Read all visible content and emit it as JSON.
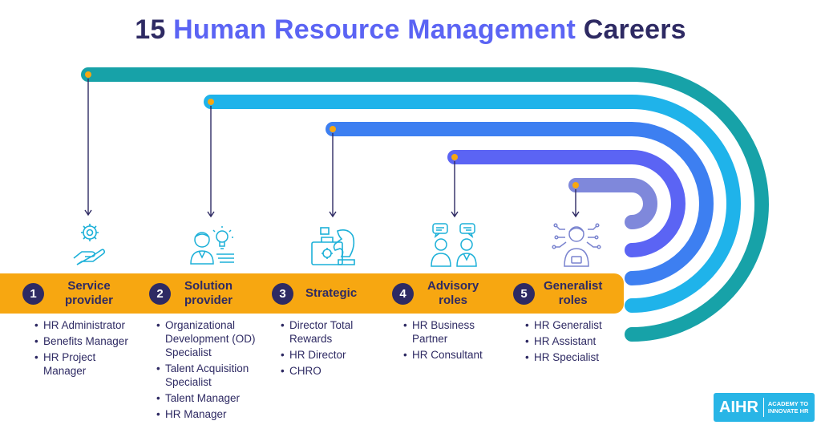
{
  "title": {
    "prefix": "15",
    "accent": "Human Resource Management",
    "suffix": "Careers"
  },
  "colors": {
    "navy": "#2e2a63",
    "band": "#f7a711",
    "arc_teal": "#17a2a8",
    "arc_sky": "#1fb3ea",
    "arc_blue": "#3d7ff1",
    "arc_indigo": "#5b64f4",
    "arc_lavender": "#7f88db",
    "dot": "#f7a711"
  },
  "categories": [
    {
      "number": "1",
      "label_line1": "Service",
      "label_line2": "provider",
      "icon": "gear-hand-icon",
      "roles": [
        "HR Administrator",
        "Benefits Manager",
        "HR Project Manager"
      ]
    },
    {
      "number": "2",
      "label_line1": "Solution",
      "label_line2": "provider",
      "icon": "person-lightbulb-icon",
      "roles": [
        "Organizational Development (OD) Specialist",
        "Talent Acquisition Specialist",
        "Talent Manager",
        "HR Manager"
      ]
    },
    {
      "number": "3",
      "label_line1": "Strategic",
      "label_line2": "",
      "icon": "chess-knight-briefcase-icon",
      "roles": [
        "Director Total Rewards",
        "HR Director",
        "CHRO"
      ]
    },
    {
      "number": "4",
      "label_line1": "Advisory",
      "label_line2": "roles",
      "icon": "two-people-chat-icon",
      "roles": [
        "HR Business Partner",
        "HR Consultant"
      ]
    },
    {
      "number": "5",
      "label_line1": "Generalist",
      "label_line2": "roles",
      "icon": "person-network-icon",
      "roles": [
        "HR Generalist",
        "HR Assistant",
        "HR Specialist"
      ]
    }
  ],
  "logo": {
    "main": "AIHR",
    "sub_line1": "ACADEMY TO",
    "sub_line2": "INNOVATE HR"
  }
}
